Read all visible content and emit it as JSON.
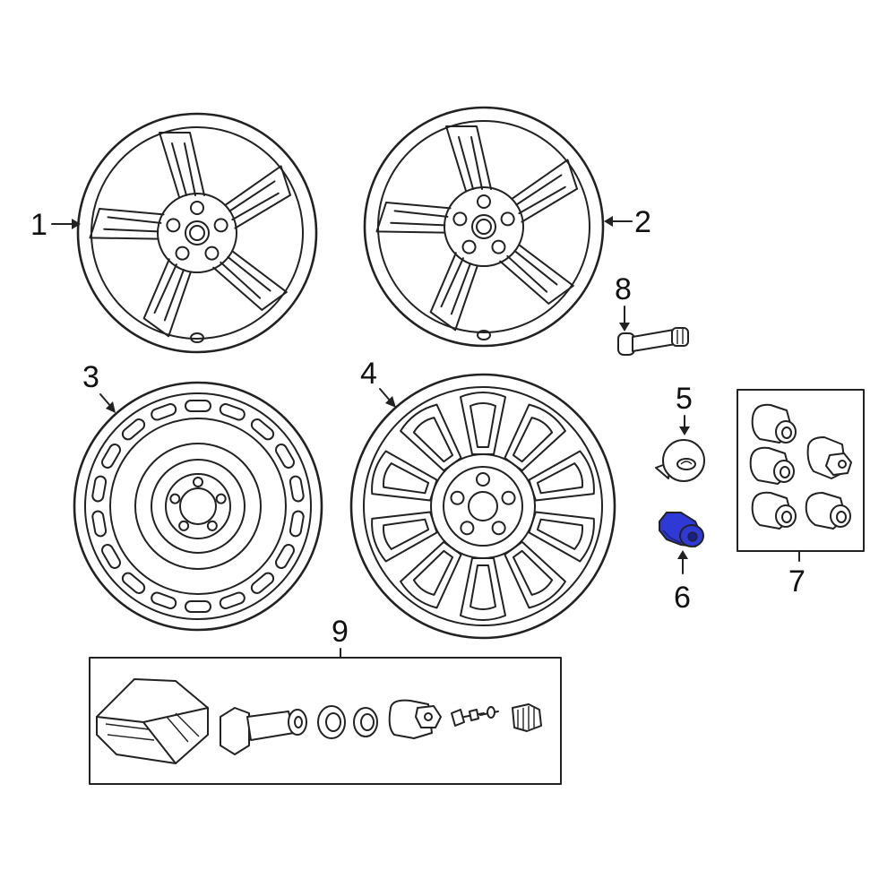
{
  "callouts": [
    {
      "id": "1",
      "label": "1"
    },
    {
      "id": "2",
      "label": "2"
    },
    {
      "id": "3",
      "label": "3"
    },
    {
      "id": "4",
      "label": "4"
    },
    {
      "id": "5",
      "label": "5"
    },
    {
      "id": "6",
      "label": "6"
    },
    {
      "id": "7",
      "label": "7"
    },
    {
      "id": "8",
      "label": "8"
    },
    {
      "id": "9",
      "label": "9"
    }
  ],
  "highlighted_part": "6",
  "colors": {
    "line": "#222222",
    "highlight": "#2f3ad6",
    "background": "#ffffff"
  },
  "icons": [
    "alloy-wheel-icon",
    "steel-spare-wheel-icon",
    "multi-spoke-wheel-icon",
    "center-cap-icon",
    "wheel-lug-nut-icon",
    "locking-lug-nut-set-icon",
    "valve-stem-icon",
    "tpms-sensor-kit-icon"
  ]
}
